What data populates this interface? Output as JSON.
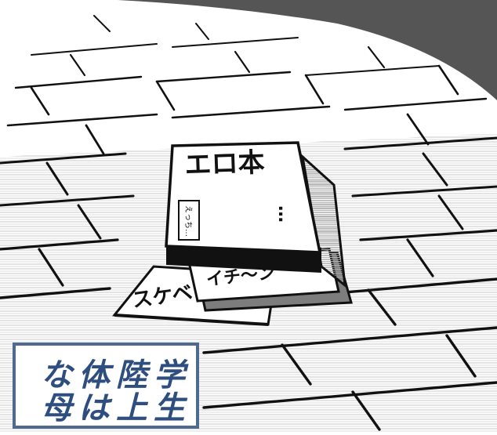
{
  "panel": {
    "colors": {
      "ink": "#111111",
      "shadow_band": "#555555",
      "caption_border": "#4e6a8e",
      "caption_text": "#2f4e80",
      "magazine_spine_gray": "#7d7d7d"
    }
  },
  "magazines": {
    "top_title": "エロ本",
    "top_subtitle": "えっち…",
    "top_ellipsis": "…",
    "middle_title": "イチ〜ン",
    "bottom_title": "スケベ"
  },
  "caption": {
    "line_1": "な体陸学",
    "line_2": "母は上生"
  }
}
